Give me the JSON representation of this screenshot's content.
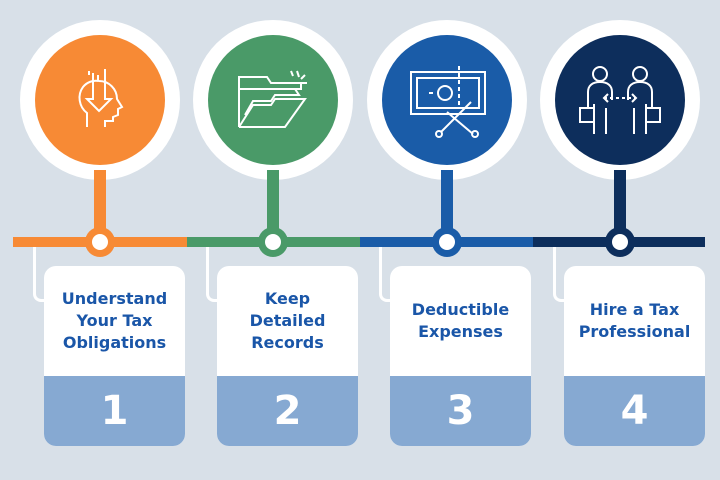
{
  "colors": {
    "background": "#d8e0e8",
    "step1": "#f78a35",
    "step2": "#4a9a68",
    "step3": "#1a5ca8",
    "step4": "#0d2e5c",
    "number_band": "#86a9d2",
    "title_text": "#1a56a8"
  },
  "steps": [
    {
      "title": "Understand Your Tax Obligations",
      "number": "1",
      "icon": "head-download-icon"
    },
    {
      "title": "Keep Detailed Records",
      "number": "2",
      "icon": "open-folder-icon"
    },
    {
      "title": "Deductible Expenses",
      "number": "3",
      "icon": "cut-money-icon"
    },
    {
      "title": "Hire a Tax Professional",
      "number": "4",
      "icon": "people-exchange-icon"
    }
  ]
}
